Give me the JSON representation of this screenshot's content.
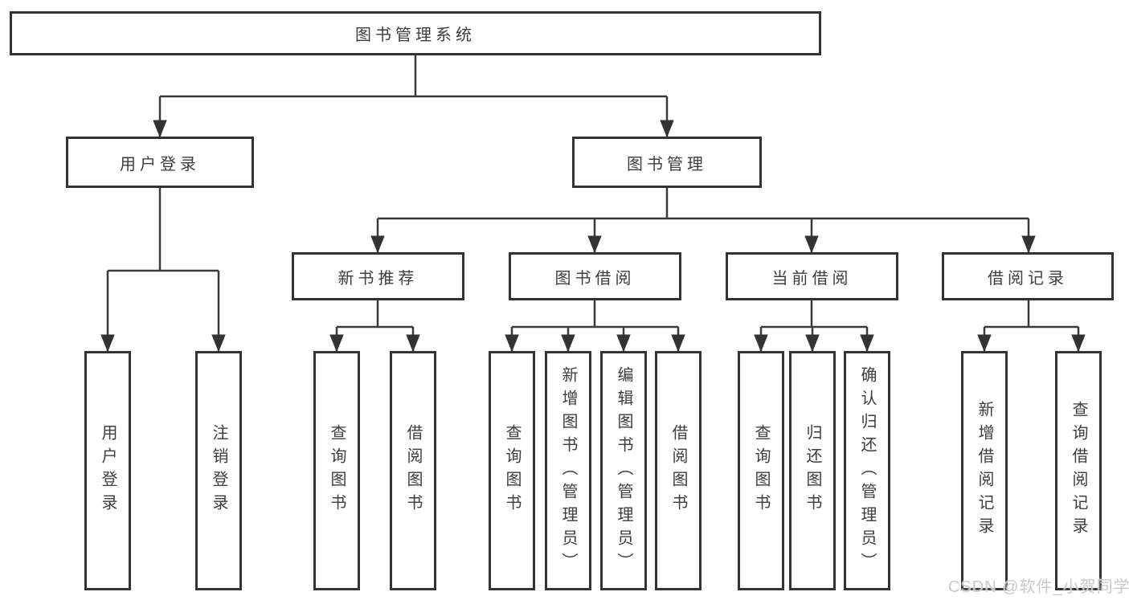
{
  "diagram": {
    "root": {
      "label": "图书管理系统"
    },
    "branches": [
      {
        "label": "用户登录"
      },
      {
        "label": "图书管理"
      }
    ],
    "modules": [
      {
        "label": "新书推荐"
      },
      {
        "label": "图书借阅"
      },
      {
        "label": "当前借阅"
      },
      {
        "label": "借阅记录"
      }
    ],
    "leaves": [
      {
        "label": "用户登录"
      },
      {
        "label": "注销登录"
      },
      {
        "label": "查询图书"
      },
      {
        "label": "借阅图书"
      },
      {
        "label": "查询图书"
      },
      {
        "label": "新增图书（管理员）"
      },
      {
        "label": "编辑图书（管理员）"
      },
      {
        "label": "借阅图书"
      },
      {
        "label": "查询图书"
      },
      {
        "label": "归还图书"
      },
      {
        "label": "确认归还（管理员）"
      },
      {
        "label": "新增借阅记录"
      },
      {
        "label": "查询借阅记录"
      }
    ]
  },
  "watermark": "CSDN @软件_小贺同学",
  "colors": {
    "line": "#3a3a3a",
    "border": "#333333",
    "text": "#3d3d3d",
    "watermark": "#c9c9c9"
  }
}
